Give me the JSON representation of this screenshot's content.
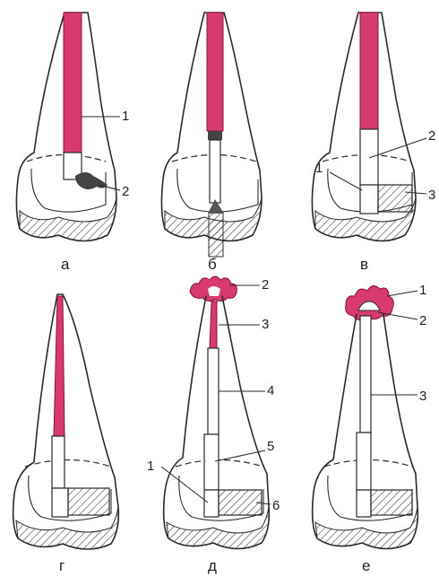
{
  "colors": {
    "filling": "#d63a6e",
    "line": "#2a2a2a",
    "background": "#ffffff"
  },
  "panels": [
    {
      "caption": "а",
      "labels": [
        "1",
        "2"
      ]
    },
    {
      "caption": "б",
      "labels": []
    },
    {
      "caption": "в",
      "labels": [
        "1",
        "2",
        "3"
      ]
    },
    {
      "caption": "г",
      "labels": []
    },
    {
      "caption": "д",
      "labels": [
        "1",
        "2",
        "3",
        "4",
        "5",
        "6"
      ]
    },
    {
      "caption": "е",
      "labels": [
        "1",
        "2",
        "3"
      ]
    }
  ]
}
